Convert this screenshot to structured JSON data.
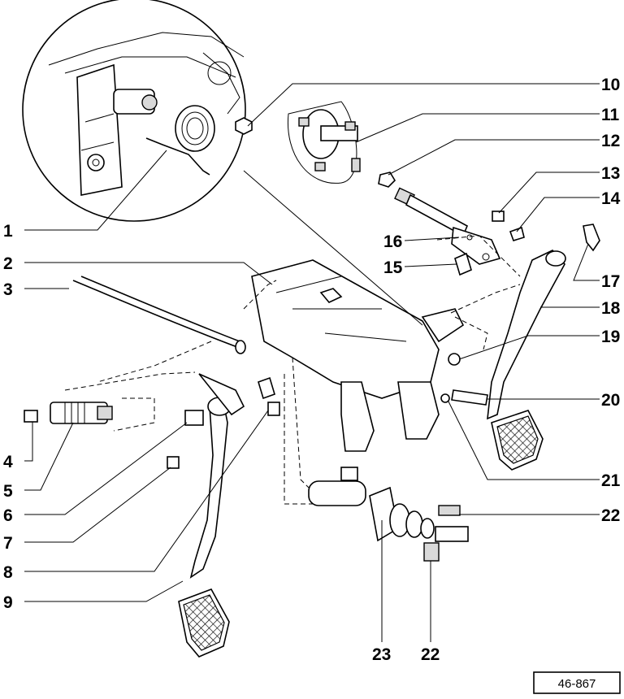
{
  "callouts": {
    "c1": "1",
    "c2": "2",
    "c3": "3",
    "c4": "4",
    "c5": "5",
    "c6": "6",
    "c7": "7",
    "c8": "8",
    "c9": "9",
    "c10": "10",
    "c11": "11",
    "c12": "12",
    "c13": "13",
    "c14": "14",
    "c15": "15",
    "c16": "16",
    "c17": "17",
    "c18": "18",
    "c19": "19",
    "c20": "20",
    "c21": "21",
    "c22a": "22",
    "c22b": "22",
    "c23": "23"
  },
  "reference_code": "46-867"
}
